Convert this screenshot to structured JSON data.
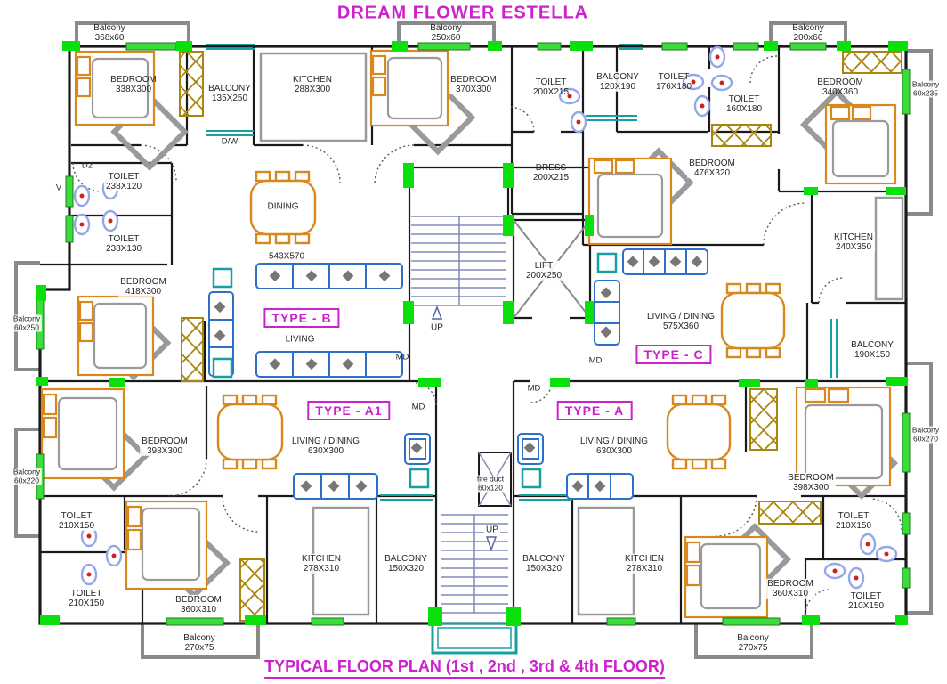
{
  "title": "DREAM FLOWER ESTELLA",
  "footer": "TYPICAL FLOOR PLAN (1st , 2nd , 3rd & 4th FLOOR)",
  "colors": {
    "accent": "#cc22cc",
    "wall": "#1a1a1a",
    "column_green": "#0ce00c",
    "window_green": "#3ddc3d",
    "window_teal": "#18a0a0",
    "balcony_gray": "#8a8a8a",
    "furniture_orange": "#d8881d",
    "sofa_blue": "#2e6fca",
    "wardrobe_gold": "#a8860f",
    "stair_blue": "#8089bb",
    "fixture_red": "#cc2222"
  },
  "unit_types": {
    "type_b": "TYPE - B",
    "type_a1": "TYPE - A1",
    "type_a": "TYPE - A",
    "type_c": "TYPE - C"
  },
  "labels": {
    "balcony_tl": {
      "name": "Balcony",
      "dims": "368x60"
    },
    "bedroom_338": {
      "name": "BEDROOM",
      "dims": "338X300"
    },
    "balcony_135": {
      "name": "BALCONY",
      "dims": "135X250"
    },
    "kitchen_288": {
      "name": "KITCHEN",
      "dims": "288X300"
    },
    "balcony_tc": {
      "name": "Balcony",
      "dims": "250x60"
    },
    "bedroom_370": {
      "name": "BEDROOM",
      "dims": "370X300"
    },
    "toilet_200": {
      "name": "TOILET",
      "dims": "200X215"
    },
    "balcony_120": {
      "name": "BALCONY",
      "dims": "120X190"
    },
    "toilet_176": {
      "name": "TOILET",
      "dims": "176X180"
    },
    "toilet_160": {
      "name": "TOILET",
      "dims": "160X180"
    },
    "balcony_tr": {
      "name": "Balcony",
      "dims": "200x60"
    },
    "bedroom_340": {
      "name": "BEDROOM",
      "dims": "340X360"
    },
    "balcony_r1": {
      "name": "Balcony",
      "dims": "60x235"
    },
    "dw": {
      "name": "D/W"
    },
    "d2": {
      "name": "D2"
    },
    "v": {
      "name": "V"
    },
    "toilet_238a": {
      "name": "TOILET",
      "dims": "238X120"
    },
    "toilet_238b": {
      "name": "TOILET",
      "dims": "238X130"
    },
    "dress_200": {
      "name": "DRESS",
      "dims": "200X215"
    },
    "bedroom_476": {
      "name": "BEDROOM",
      "dims": "476X320"
    },
    "kitchen_240": {
      "name": "KITCHEN",
      "dims": "240X350"
    },
    "bedroom_418": {
      "name": "BEDROOM",
      "dims": "418X300"
    },
    "balcony_l1": {
      "name": "Balcony",
      "dims": "60x250"
    },
    "dining_b": {
      "name": "DINING"
    },
    "dim_543": {
      "name": "543X570"
    },
    "living_b": {
      "name": "LIVING"
    },
    "lift": {
      "name": "LIFT",
      "dims": "200X250"
    },
    "up_top": {
      "name": "UP"
    },
    "up_bottom": {
      "name": "UP"
    },
    "md_1": {
      "name": "MD"
    },
    "md_2": {
      "name": "MD"
    },
    "md_3": {
      "name": "MD"
    },
    "md_4": {
      "name": "MD"
    },
    "living_c": {
      "name": "LIVING / DINING",
      "dims": "575X360"
    },
    "balcony_190": {
      "name": "BALCONY",
      "dims": "190X150"
    },
    "living_a1": {
      "name": "LIVING / DINING",
      "dims": "630X300"
    },
    "living_a": {
      "name": "LIVING / DINING",
      "dims": "630X300"
    },
    "fire_duct": {
      "name": "fire duct",
      "dims": "60x120"
    },
    "bedroom_398l": {
      "name": "BEDROOM",
      "dims": "398X300"
    },
    "bedroom_398r": {
      "name": "BEDROOM",
      "dims": "398X300"
    },
    "balcony_r2": {
      "name": "Balcony",
      "dims": "60x270"
    },
    "balcony_l2": {
      "name": "Balcony",
      "dims": "60x220"
    },
    "toilet_210_lu": {
      "name": "TOILET",
      "dims": "210X150"
    },
    "toilet_210_ru": {
      "name": "TOILET",
      "dims": "210X150"
    },
    "toilet_210_ll": {
      "name": "TOILET",
      "dims": "210X150"
    },
    "toilet_210_rl": {
      "name": "TOILET",
      "dims": "210X150"
    },
    "bedroom_360l": {
      "name": "BEDROOM",
      "dims": "360X310"
    },
    "bedroom_360r": {
      "name": "BEDROOM",
      "dims": "360X310"
    },
    "kitchen_278l": {
      "name": "KITCHEN",
      "dims": "278X310"
    },
    "kitchen_278r": {
      "name": "KITCHEN",
      "dims": "278X310"
    },
    "balcony_150l": {
      "name": "BALCONY",
      "dims": "150X320"
    },
    "balcony_150r": {
      "name": "BALCONY",
      "dims": "150X320"
    },
    "balcony_bl": {
      "name": "Balcony",
      "dims": "270x75"
    },
    "balcony_br": {
      "name": "Balcony",
      "dims": "270x75"
    }
  }
}
